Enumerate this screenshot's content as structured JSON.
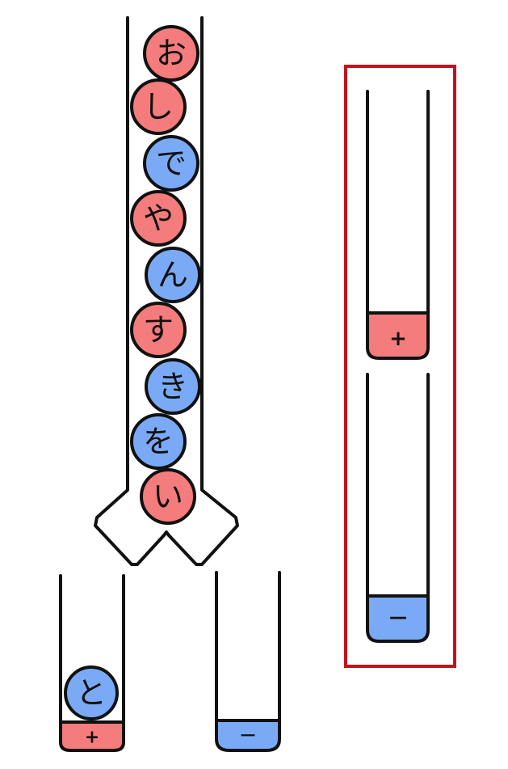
{
  "colors": {
    "pink": "#f47c7c",
    "blue": "#7aaaf6",
    "outline": "#111111",
    "frame": "#c0141c"
  },
  "chute_balls": [
    {
      "label": "お",
      "color": "pink"
    },
    {
      "label": "し",
      "color": "pink"
    },
    {
      "label": "で",
      "color": "blue"
    },
    {
      "label": "や",
      "color": "pink"
    },
    {
      "label": "ん",
      "color": "blue"
    },
    {
      "label": "す",
      "color": "pink"
    },
    {
      "label": "き",
      "color": "blue"
    },
    {
      "label": "を",
      "color": "blue"
    },
    {
      "label": "い",
      "color": "pink"
    }
  ],
  "tubes": {
    "left": {
      "label": "+",
      "color": "pink",
      "balls": [
        {
          "label": "と",
          "color": "blue"
        }
      ]
    },
    "right": {
      "label": "－",
      "color": "blue",
      "balls": []
    }
  },
  "example_panel": {
    "top_tube": {
      "label": "+",
      "color": "pink"
    },
    "bottom_tube": {
      "label": "－",
      "color": "blue"
    }
  }
}
